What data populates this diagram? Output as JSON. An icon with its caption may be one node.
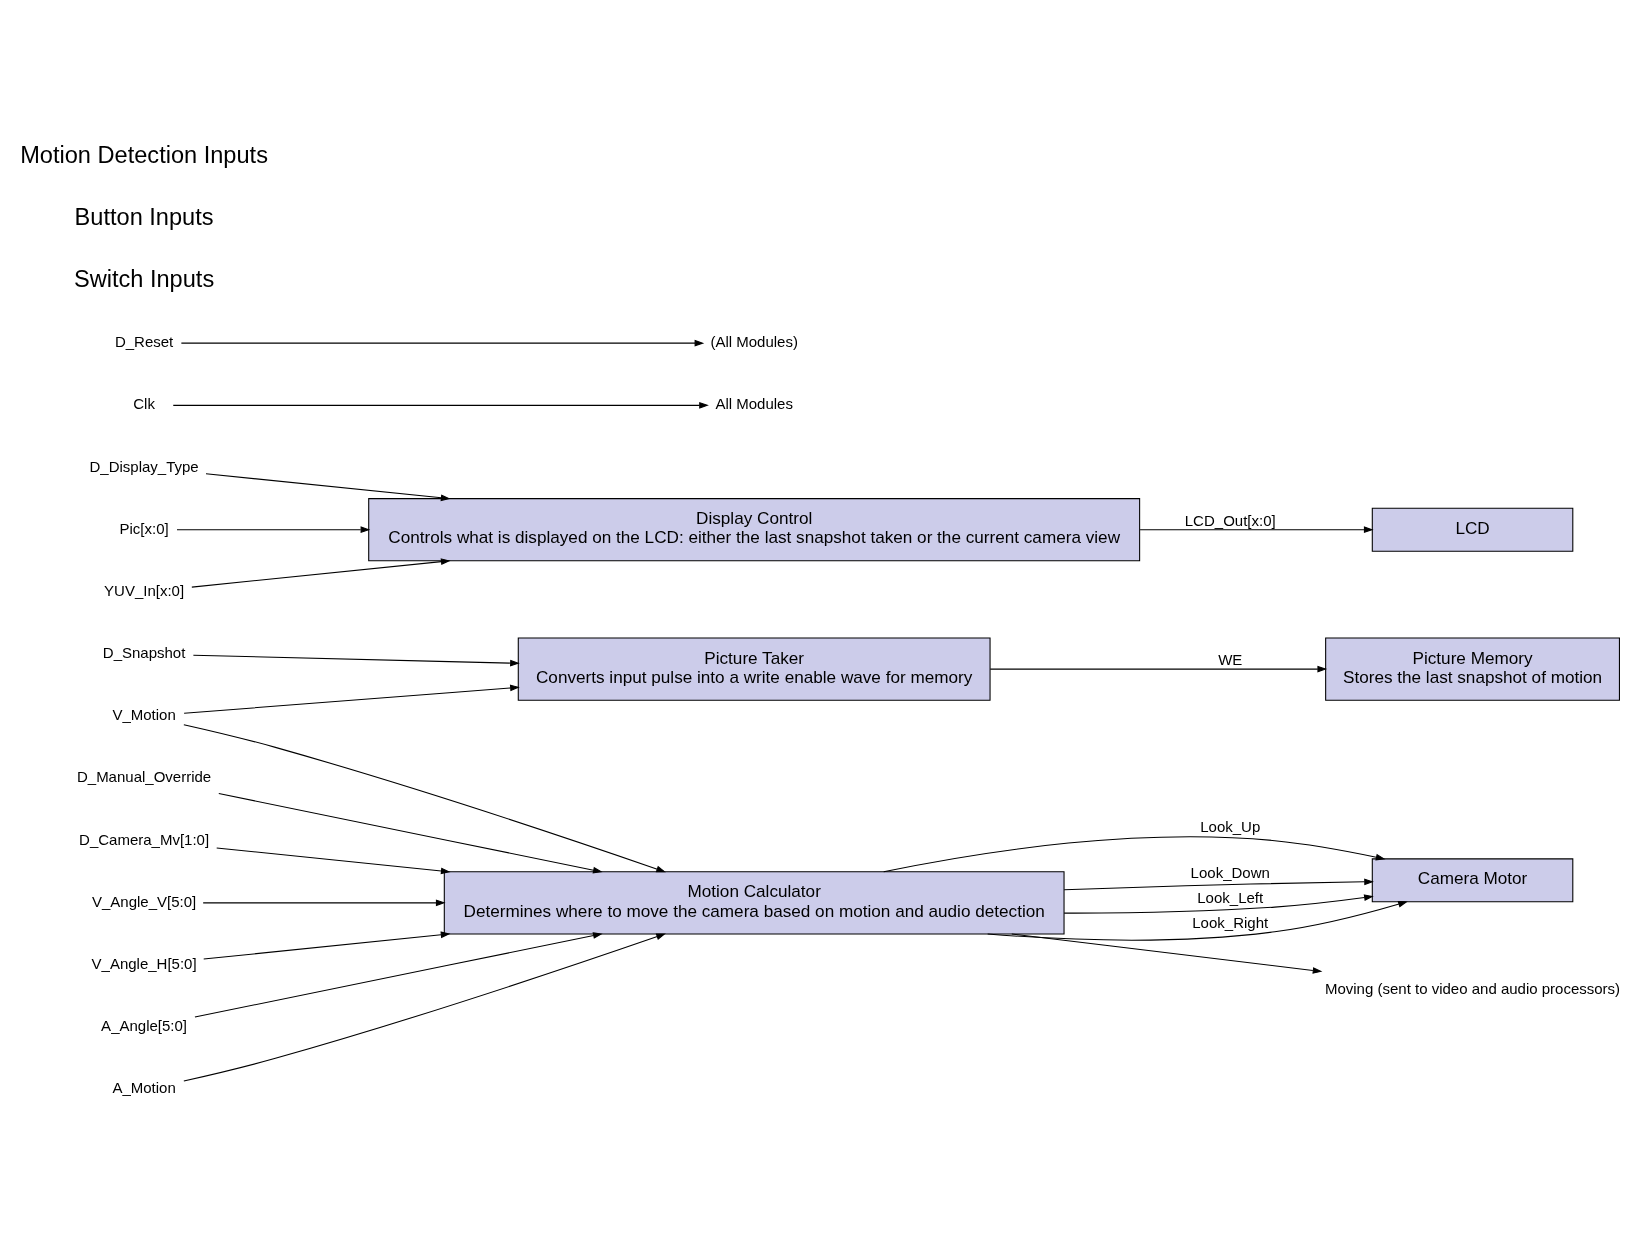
{
  "diagram": {
    "nodes": [
      {
        "text": [
          "Picture Taker",
          "Converts input pulse into a write enable wave for memory"
        ]
      },
      {
        "text": [
          "Picture Memory",
          "Stores the last snapshot of motion"
        ]
      },
      {
        "text": [
          "Display Control",
          "Controls what is displayed on the LCD: either the last snapshot taken or the current camera view"
        ]
      },
      {
        "text": [
          "LCD"
        ]
      },
      {
        "text": [
          "Motion Calculator",
          "Determines where to move the camera based on motion and audio detection"
        ]
      },
      {
        "text": [
          "Camera Motor"
        ]
      },
      {
        "text": [
          "Clk"
        ]
      },
      {
        "text": [
          "All Modules"
        ]
      },
      {
        "text": [
          "D_Manual_Override"
        ]
      },
      {
        "text": [
          "D_Display_Type"
        ]
      },
      {
        "text": [
          "D_Reset"
        ]
      },
      {
        "text": [
          "(All Modules)"
        ]
      },
      {
        "text": [
          "D_Snapshot"
        ]
      },
      {
        "text": [
          "D_Camera_Mv[1:0]"
        ]
      },
      {
        "text": [
          "V_Motion"
        ]
      },
      {
        "text": [
          "V_Angle_V[5:0]"
        ]
      },
      {
        "text": [
          "V_Angle_H[5:0]"
        ]
      },
      {
        "text": [
          "A_Angle[5:0]"
        ]
      },
      {
        "text": [
          "A_Motion"
        ]
      },
      {
        "text": [
          "Pic[x:0]"
        ]
      },
      {
        "text": [
          "YUV_In[x:0]"
        ]
      },
      {
        "text": [
          "Moving (sent to video and audio processors)"
        ]
      }
    ],
    "edges": [
      {
        "from": 6,
        "to": 7,
        "arrow": "to"
      },
      {
        "from": 12,
        "to": 0,
        "arrow": "to"
      },
      {
        "from": 14,
        "to": 0,
        "arrow": "to"
      },
      {
        "from": 0,
        "to": 1,
        "arrow": "to",
        "label": "WE"
      },
      {
        "from": 8,
        "to": 4,
        "arrow": "to"
      },
      {
        "from": 9,
        "to": 2,
        "arrow": "to"
      },
      {
        "from": 10,
        "to": 11,
        "arrow": "to"
      },
      {
        "from": 2,
        "to": 3,
        "arrow": "to",
        "label": "LCD_Out[x:0]"
      },
      {
        "from": 19,
        "to": 2,
        "arrow": "to"
      },
      {
        "from": 20,
        "to": 2,
        "arrow": "to"
      },
      {
        "from": 13,
        "to": 4,
        "arrow": "to"
      },
      {
        "from": 14,
        "to": 4,
        "arrow": "to"
      },
      {
        "from": 15,
        "to": 4,
        "arrow": "to"
      },
      {
        "from": 16,
        "to": 4,
        "arrow": "to"
      },
      {
        "from": 17,
        "to": 4,
        "arrow": "to"
      },
      {
        "from": 18,
        "to": 4,
        "arrow": "to"
      },
      {
        "from": 4,
        "to": 5,
        "arrow": "to",
        "label": "Look_Up"
      },
      {
        "from": 4,
        "to": 5,
        "arrow": "to",
        "label": "Look_Down"
      },
      {
        "from": 4,
        "to": 5,
        "arrow": "to",
        "label": "Look_Left"
      },
      {
        "from": 4,
        "to": 5,
        "arrow": "to",
        "label": "Look_Right"
      },
      {
        "from": 4,
        "to": 21,
        "arrow": "to"
      }
    ],
    "labels": [
      "Switch Inputs",
      "Button Inputs",
      "Motion Detection Inputs"
    ]
  }
}
